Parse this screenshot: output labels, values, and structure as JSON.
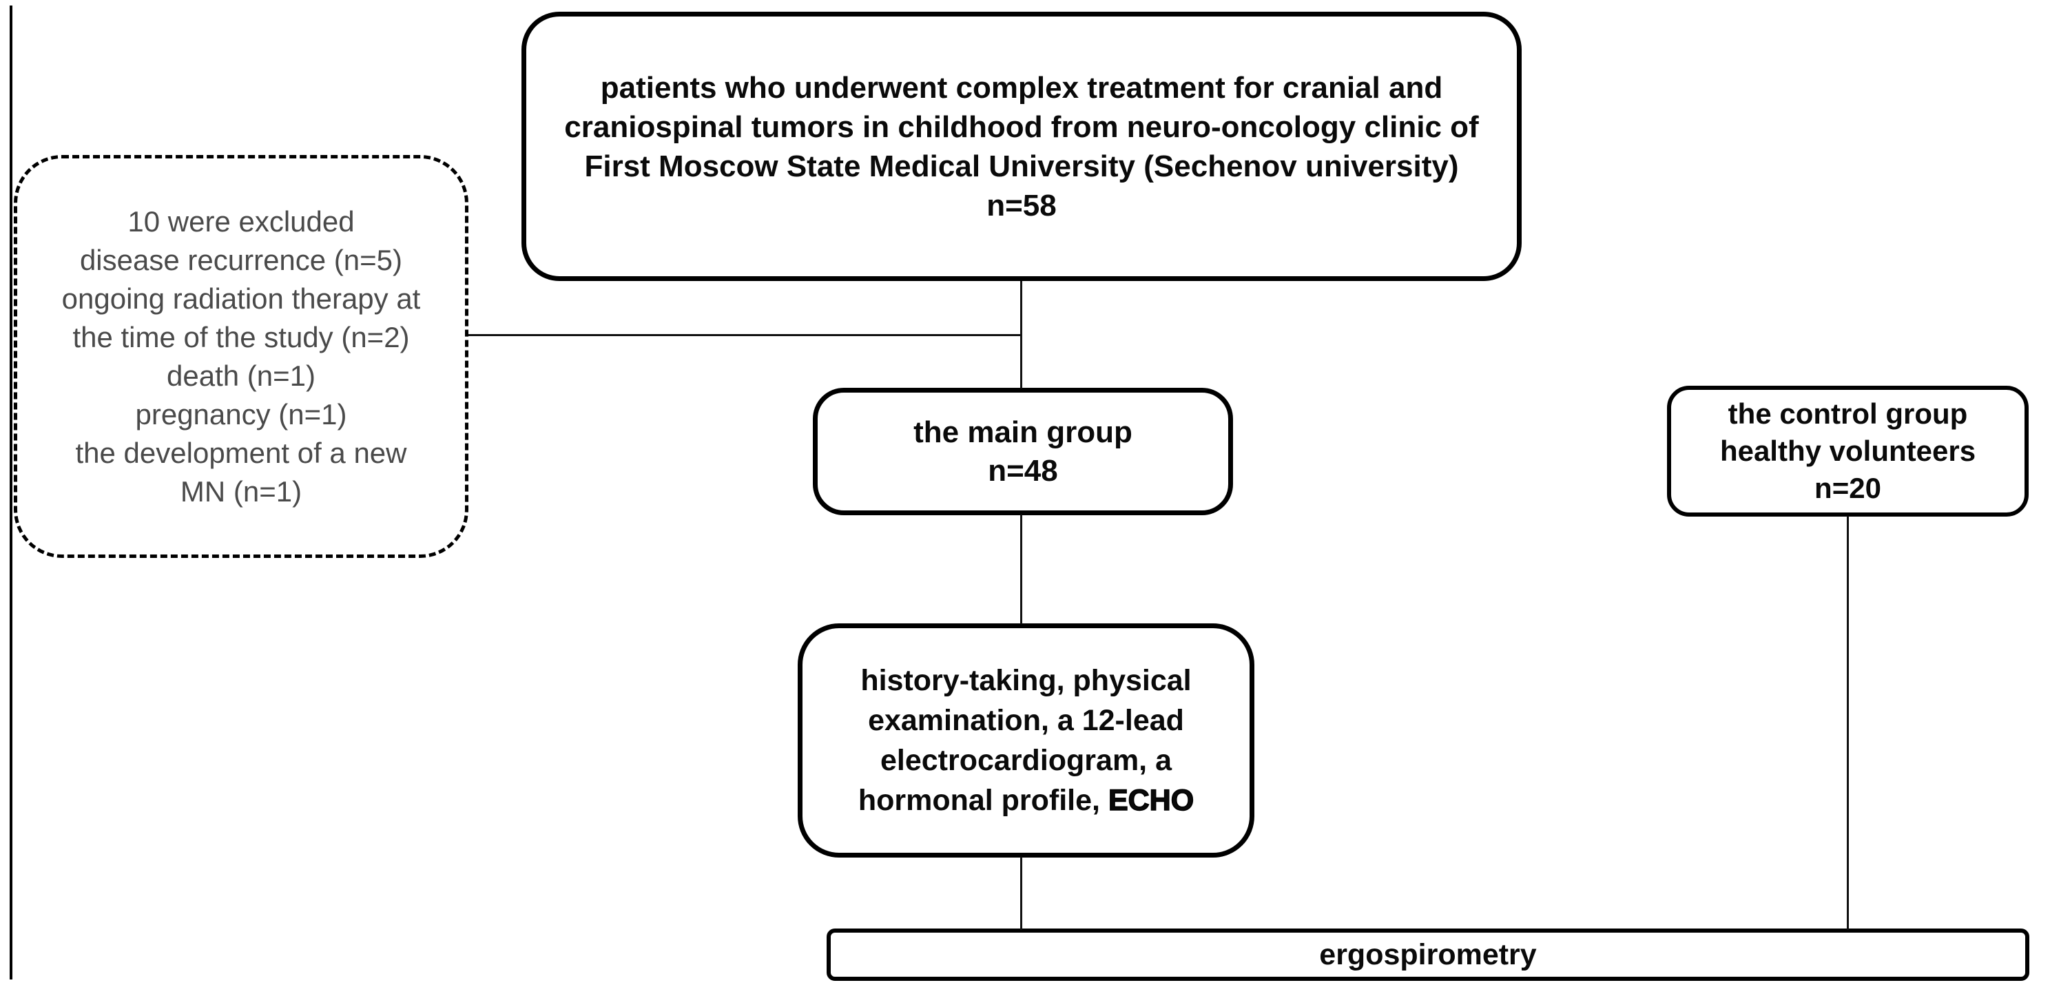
{
  "diagram": {
    "colors": {
      "box_border": "#000000",
      "box_fill": "#ffffff",
      "text_primary": "#0a0a0a",
      "text_excluded": "#4a4a4a",
      "connector": "#111111"
    },
    "top_box": {
      "lines": [
        "patients who underwent complex treatment for cranial and",
        "craniospinal tumors in childhood from neuro-oncology clinic of",
        "First Moscow State Medical University (Sechenov university)",
        "n=58"
      ]
    },
    "excluded_box": {
      "lines": [
        "10 were excluded",
        "disease recurrence (n=5)",
        "ongoing radiation therapy at",
        "the time of the study (n=2)",
        "death (n=1)",
        "pregnancy (n=1)",
        "the development of a new",
        "MN (n=1)"
      ]
    },
    "main_group_box": {
      "lines": [
        "the main group",
        "n=48"
      ]
    },
    "control_group_box": {
      "lines": [
        "the control group",
        "healthy volunteers",
        "n=20"
      ]
    },
    "assessment_box": {
      "lines": [
        "history-taking, physical",
        "examination, a 12-lead",
        "electrocardiogram, a"
      ],
      "last_line_prefix": "hormonal profile, ",
      "last_line_emphasis": "ECHO"
    },
    "ergospirometry_box": {
      "label": "ergospirometry"
    }
  }
}
